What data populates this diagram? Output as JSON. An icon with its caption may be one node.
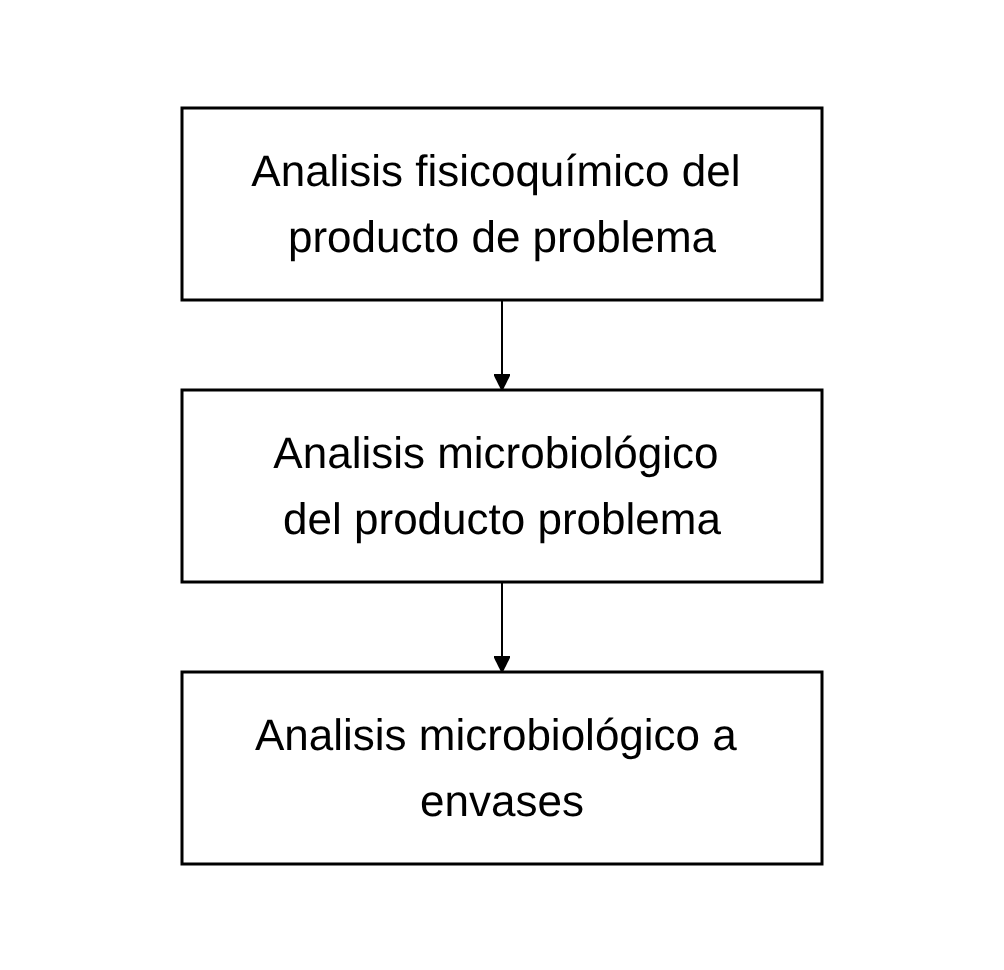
{
  "diagram": {
    "nodes": [
      {
        "text": [
          "Analisis fisicoquímico del producto de problema"
        ]
      },
      {
        "text": [
          "Analisis microbiológico del producto problema"
        ]
      },
      {
        "text": [
          "Analisis microbiológico a envases"
        ]
      }
    ],
    "edges": [
      {
        "from": 0,
        "to": 1,
        "arrow": "to"
      },
      {
        "from": 1,
        "to": 2,
        "arrow": "to"
      }
    ]
  }
}
